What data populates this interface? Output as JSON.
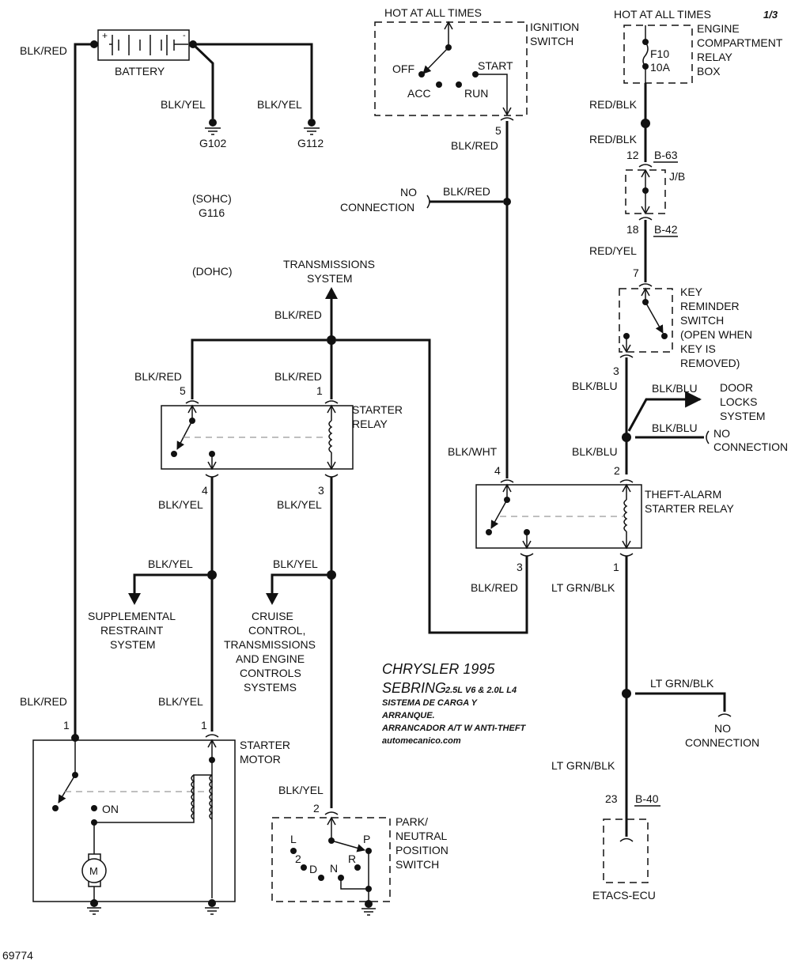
{
  "page_indicator": "1/3",
  "figure_number": "69774",
  "title_block": {
    "make_year": "CHRYSLER 1995",
    "model": "SEBRING",
    "engines": "2.5L  V6  & 2.0L  L4",
    "line1": "SISTEMA DE CARGA Y",
    "line2": "ARRANQUE.",
    "line3": "ARRANCADOR  A/T W ANTI-THEFT",
    "site": "automecanico.com"
  },
  "battery": {
    "label": "BATTERY",
    "plus": "+",
    "minus": "-",
    "wire_pos": "BLK/RED",
    "wire_g102": "BLK/YEL",
    "wire_g112": "BLK/YEL"
  },
  "grounds": {
    "g102": "G102",
    "g112": "G112",
    "sohc": "(SOHC)",
    "g116": "G116",
    "dohc": "(DOHC)"
  },
  "ignition_switch": {
    "label1": "IGNITION",
    "label2": "SWITCH",
    "hot": "HOT AT ALL TIMES",
    "positions": {
      "off": "OFF",
      "acc": "ACC",
      "run": "RUN",
      "start": "START"
    },
    "pin": "5",
    "wire": "BLK/RED",
    "branch_wire": "BLK/RED",
    "nc1": "NO",
    "nc2": "CONNECTION"
  },
  "relay_box": {
    "hot": "HOT AT ALL TIMES",
    "label": [
      "ENGINE",
      "COMPARTMENT",
      "RELAY",
      "BOX"
    ],
    "fuse": "F10",
    "rating": "10A",
    "wire1": "RED/BLK",
    "wire2": "RED/BLK"
  },
  "junction_block": {
    "label": "J/B",
    "pin_in": "12",
    "conn_in": "B-63",
    "pin_out": "18",
    "conn_out": "B-42",
    "wire_out": "RED/YEL"
  },
  "key_reminder": {
    "label": [
      "KEY",
      "REMINDER",
      "SWITCH",
      "(OPEN WHEN",
      "KEY IS",
      "REMOVED)"
    ],
    "pin_in": "7",
    "pin_out": "3",
    "wire_out": "BLK/BLU"
  },
  "door_locks": {
    "wire": "BLK/BLU",
    "label": [
      "DOOR",
      "LOCKS",
      "SYSTEM"
    ]
  },
  "blu_nc": {
    "wire": "BLK/BLU",
    "nc1": "NO",
    "nc2": "CONNECTION"
  },
  "theft_relay": {
    "label1": "THEFT-ALARM",
    "label2": "STARTER RELAY",
    "pin4": "4",
    "wire4": "BLK/WHT",
    "pin2": "2",
    "wire2": "BLK/BLU",
    "pin3": "3",
    "wire3": "BLK/RED",
    "pin1": "1",
    "wire1": "LT GRN/BLK"
  },
  "ltgrn": {
    "branch_wire": "LT GRN/BLK",
    "nc1": "NO",
    "nc2": "CONNECTION",
    "wire_down": "LT GRN/BLK"
  },
  "etacs": {
    "label": "ETACS-ECU",
    "pin": "23",
    "conn": "B-40"
  },
  "transmission": {
    "label1": "TRANSMISSIONS",
    "label2": "SYSTEM",
    "wire": "BLK/RED"
  },
  "starter_relay": {
    "label1": "STARTER",
    "label2": "RELAY",
    "pin5": "5",
    "wire5": "BLK/RED",
    "pin1": "1",
    "wire1": "BLK/RED",
    "pin4": "4",
    "wire4": "BLK/YEL",
    "pin3": "3",
    "wire3": "BLK/YEL"
  },
  "srs": {
    "wire": "BLK/YEL",
    "label": [
      "SUPPLEMENTAL",
      "RESTRAINT",
      "SYSTEM"
    ]
  },
  "cruise": {
    "wire": "BLK/YEL",
    "label": [
      "CRUISE",
      "CONTROL,",
      "TRANSMISSIONS",
      "AND ENGINE",
      "CONTROLS",
      "SYSTEMS"
    ]
  },
  "starter_motor": {
    "label1": "STARTER",
    "label2": "MOTOR",
    "wire_b": "BLK/RED",
    "pin_b": "1",
    "wire_s": "BLK/YEL",
    "pin_s": "1",
    "on": "ON",
    "motor": "M"
  },
  "pn_switch": {
    "label": [
      "PARK/",
      "NEUTRAL",
      "POSITION",
      "SWITCH"
    ],
    "wire": "BLK/YEL",
    "pin": "2",
    "positions": {
      "l": "L",
      "two": "2",
      "d": "D",
      "n": "N",
      "r": "R",
      "p": "P"
    }
  }
}
